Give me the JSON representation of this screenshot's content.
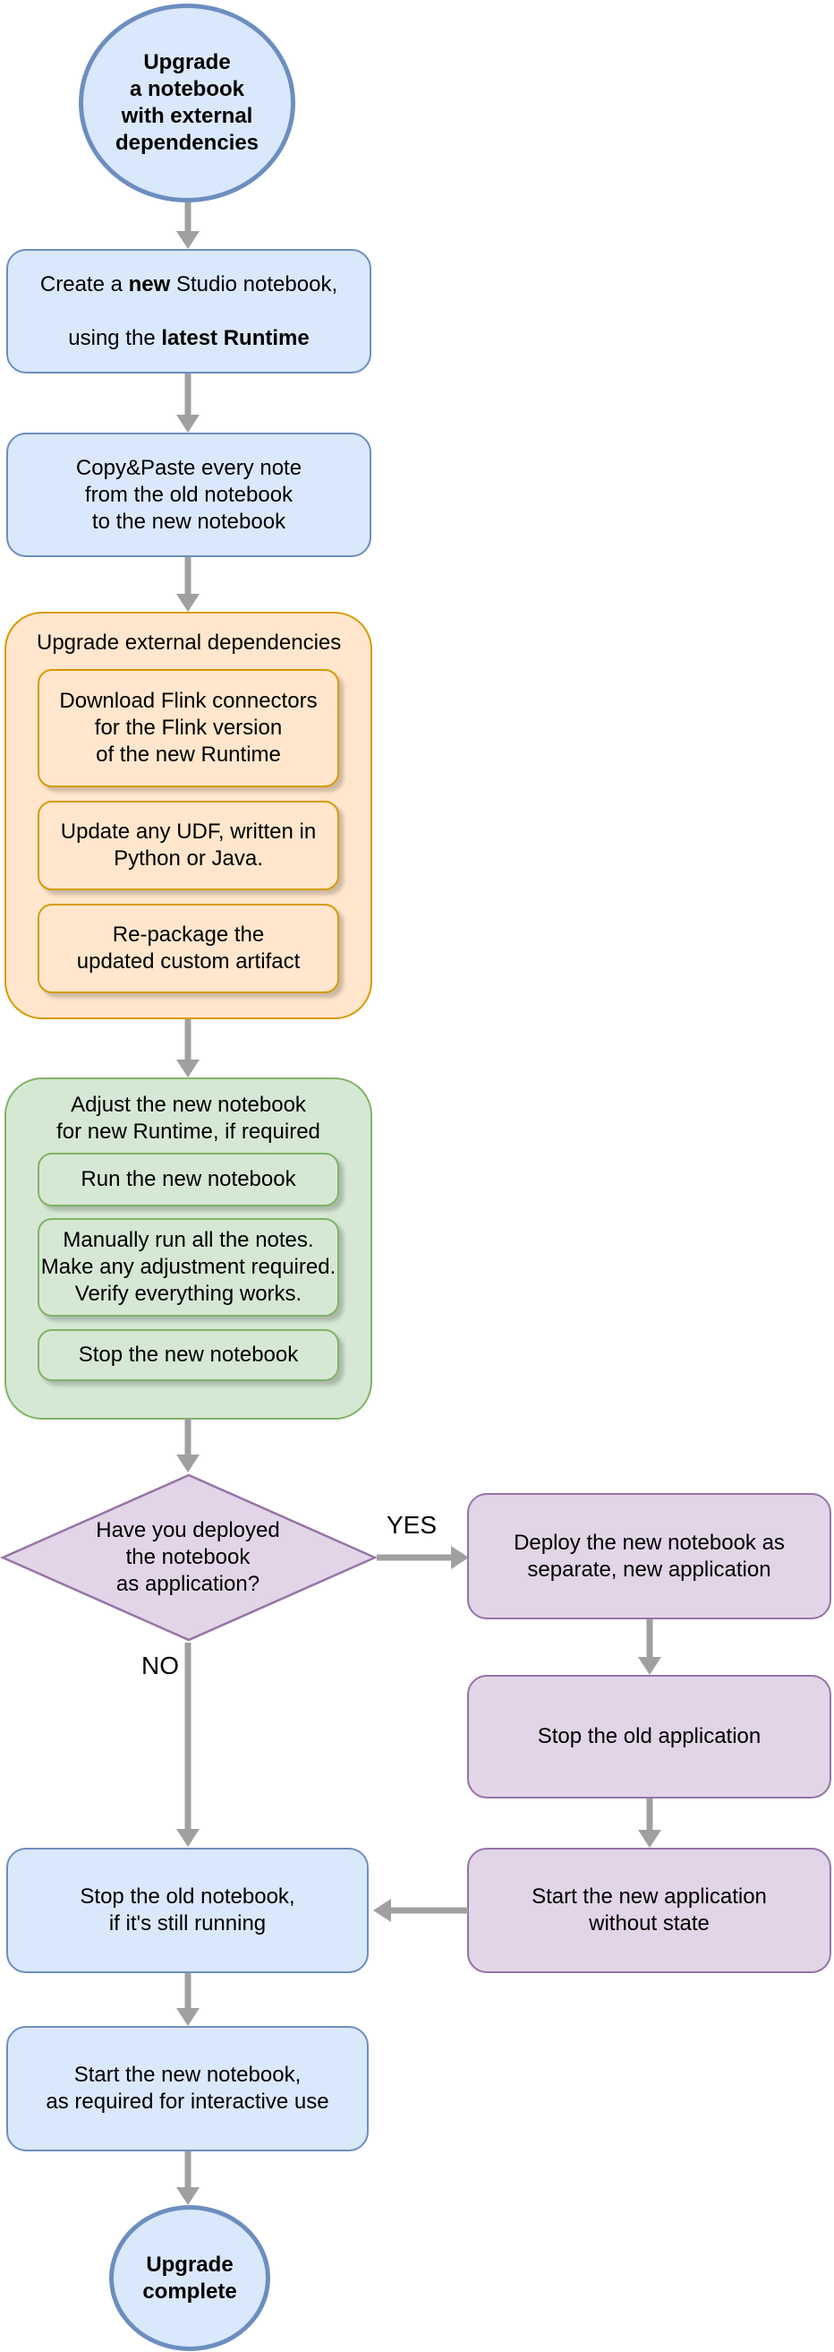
{
  "colors": {
    "blue_fill": "#dae8fc",
    "blue_stroke": "#6c8ebf",
    "orange_fill": "#ffe6cc",
    "orange_stroke": "#d79b00",
    "green_fill": "#d5e8d4",
    "green_stroke": "#82b366",
    "purple_fill": "#e1d5e7",
    "purple_stroke": "#9673a6",
    "arrow": "#a0a0a0"
  },
  "nodes": {
    "start": {
      "label": "Upgrade\na notebook\nwith external\ndependencies"
    },
    "create": {
      "line1_pre": "Create a ",
      "line1_bold": "new",
      "line1_post": " Studio notebook,",
      "line2_pre": "using the ",
      "line2_bold": "latest Runtime"
    },
    "copy": {
      "label": "Copy&Paste every note\nfrom the old notebook\nto the new notebook"
    },
    "upgrade_deps": {
      "title": "Upgrade external dependencies",
      "items": [
        {
          "label": "Download Flink connectors\nfor the Flink version\nof the new Runtime"
        },
        {
          "label": "Update any UDF, written in\nPython or Java."
        },
        {
          "label": "Re-package the\nupdated custom artifact"
        }
      ]
    },
    "adjust": {
      "title": "Adjust the new notebook\nfor new Runtime, if required",
      "items": [
        {
          "label": "Run the new notebook"
        },
        {
          "label": "Manually run all the notes.\nMake any adjustment required.\nVerify everything works."
        },
        {
          "label": "Stop the new notebook"
        }
      ]
    },
    "decision": {
      "label": "Have you deployed\nthe notebook\nas application?"
    },
    "deploy": {
      "label": "Deploy the new notebook as\nseparate, new application"
    },
    "stop_application": {
      "label": "Stop the old application"
    },
    "start_application": {
      "label": "Start the new application\nwithout state"
    },
    "stop_notebook": {
      "label": "Stop the old notebook,\nif it's still running"
    },
    "start_notebook": {
      "label": "Start the new notebook,\nas required for interactive use"
    },
    "end": {
      "label": "Upgrade\ncomplete"
    }
  },
  "edges": {
    "yes_label": "YES",
    "no_label": "NO"
  }
}
